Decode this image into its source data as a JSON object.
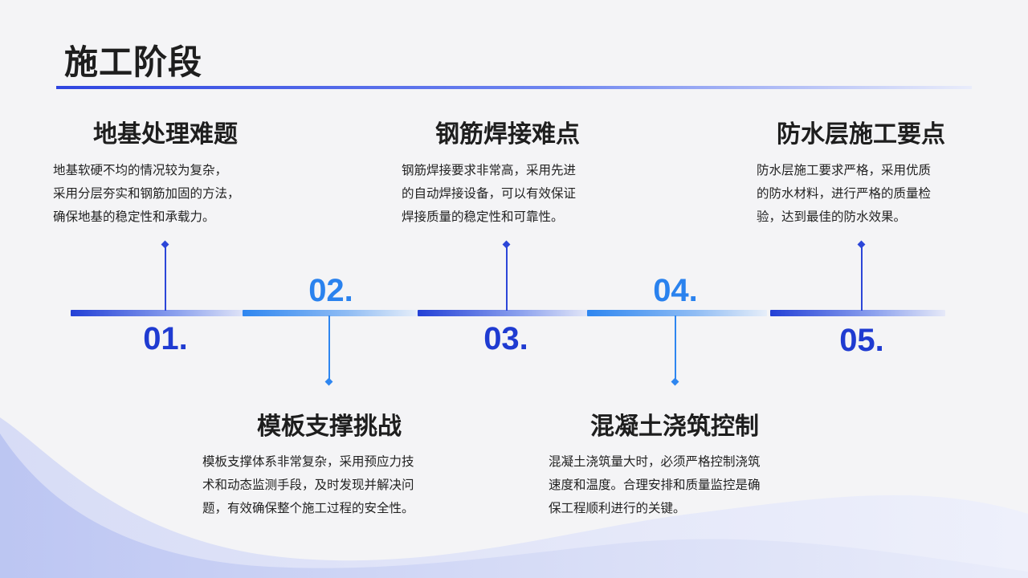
{
  "page": {
    "title": "施工阶段"
  },
  "colors": {
    "accent_dark": "#1f3bd1",
    "accent_light": "#2a82ee",
    "background": "#f4f4f6"
  },
  "steps": [
    {
      "number": "01.",
      "heading": "地基处理难题",
      "lines": [
        "地基软硬不均的情况较为复杂，",
        "采用分层夯实和钢筋加固的方法，",
        "确保地基的稳定性和承载力。"
      ]
    },
    {
      "number": "02.",
      "heading": "模板支撑挑战",
      "lines": [
        "模板支撑体系非常复杂，采用预应力技",
        "术和动态监测手段，及时发现并解决问",
        "题，有效确保整个施工过程的安全性。"
      ]
    },
    {
      "number": "03.",
      "heading": "钢筋焊接难点",
      "lines": [
        "钢筋焊接要求非常高，采用先进",
        "的自动焊接设备，可以有效保证",
        "焊接质量的稳定性和可靠性。"
      ]
    },
    {
      "number": "04.",
      "heading": "混凝土浇筑控制",
      "lines": [
        "混凝土浇筑量大时，必须严格控制浇筑",
        "速度和温度。合理安排和质量监控是确",
        "保工程顺利进行的关键。"
      ]
    },
    {
      "number": "05.",
      "heading": "防水层施工要点",
      "lines": [
        "防水层施工要求严格，采用优质",
        "的防水材料，进行严格的质量检",
        "验，达到最佳的防水效果。"
      ]
    }
  ]
}
